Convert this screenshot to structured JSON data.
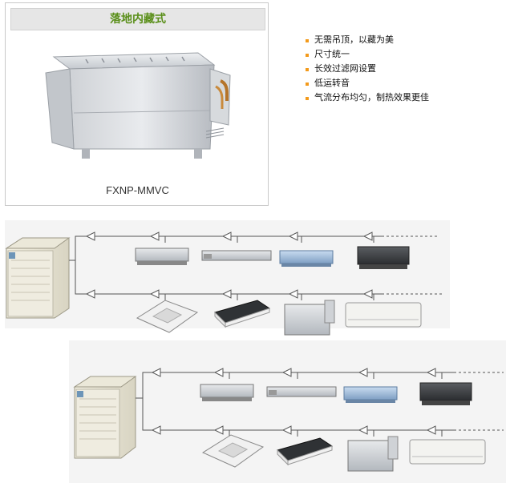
{
  "card": {
    "title": "落地内藏式",
    "model": "FXNP-MMVC"
  },
  "features": [
    "无需吊顶，以藏为美",
    "尺寸统一",
    "长效过滤网设置",
    "低运转音",
    "气流分布均匀，制热效果更佳"
  ],
  "colors": {
    "title_green": "#5a8f1a",
    "bullet_orange": "#f39a1b",
    "line_gray": "#555555"
  },
  "diagram": {
    "systems": 2,
    "indoor_units_per_row": 4,
    "unit_types_top_row": [
      "ducted-unit",
      "slim-ducted-unit",
      "blue-ducted-unit",
      "dark-ducted-unit"
    ],
    "unit_types_bottom_row": [
      "cassette-unit",
      "ceiling-unit",
      "floor-concealed-unit",
      "wall-mounted-unit"
    ]
  }
}
